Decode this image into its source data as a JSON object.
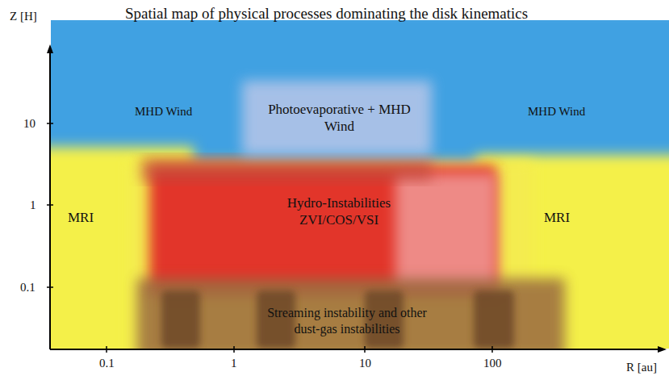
{
  "diagram": {
    "title": "Spatial map of physical processes dominating the disk kinematics",
    "nodes": [
      {
        "text": [
          "MHD Wind"
        ]
      },
      {
        "text": [
          "Photoevaporative + MHD Wind"
        ]
      },
      {
        "text": [
          "MHD Wind"
        ]
      },
      {
        "text": [
          "MRI"
        ]
      },
      {
        "text": [
          "Hydro-Instabilities ZVI/COS/VSI"
        ]
      },
      {
        "text": [
          "MRI"
        ]
      },
      {
        "text": [
          "Streaming instability and other dust-gas instabilities"
        ]
      }
    ],
    "labels": [
      "Z [H]",
      "10",
      "1",
      "0.1",
      "0.1",
      "1",
      "10",
      "100",
      "R [au]"
    ]
  }
}
